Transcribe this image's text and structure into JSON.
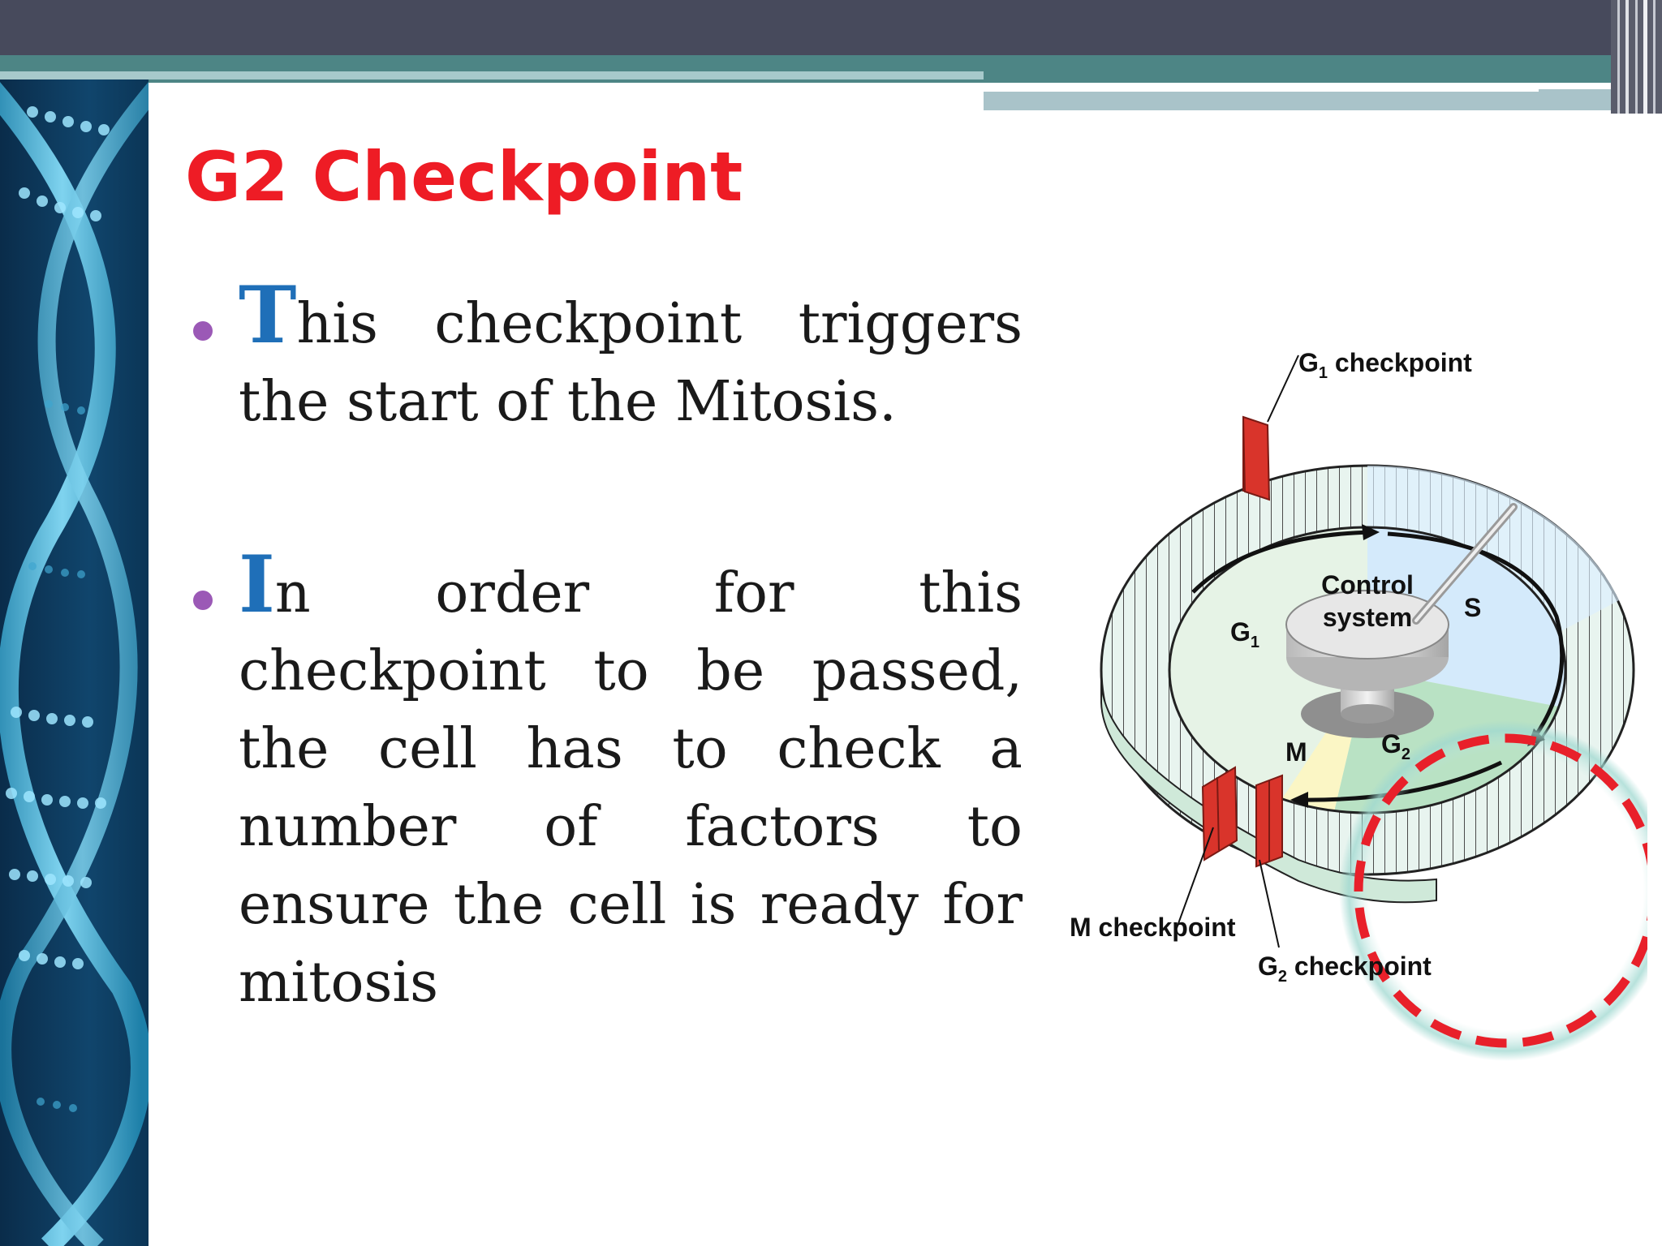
{
  "slide": {
    "title": "G2 Checkpoint",
    "bullets": [
      {
        "initial": "T",
        "lines": [
          [
            "his",
            "checkpoint",
            "triggers"
          ],
          [
            "the start of the Mitosis."
          ]
        ]
      },
      {
        "initial": "I",
        "lines": [
          [
            "n",
            "order",
            "for",
            "this"
          ],
          [
            "checkpoint",
            "to",
            "be",
            "passed,"
          ],
          [
            "the",
            "cell",
            "has",
            "to",
            "check",
            "a"
          ],
          [
            "number",
            "of",
            "factors",
            "to"
          ],
          [
            "ensure",
            "the",
            "cell",
            "is",
            "ready",
            "for"
          ],
          [
            "mitosis"
          ]
        ]
      }
    ]
  },
  "diagram": {
    "g1_checkpoint": {
      "main": "G",
      "sub": "1",
      "rest": " checkpoint"
    },
    "m_checkpoint": "M checkpoint",
    "g2_checkpoint": {
      "main": "G",
      "sub": "2",
      "rest": " checkpoint"
    },
    "control_system": [
      "Control",
      "system"
    ],
    "phase_g1": {
      "main": "G",
      "sub": "1"
    },
    "phase_s": "S",
    "phase_g2": {
      "main": "G",
      "sub": "2"
    },
    "phase_m": "M",
    "colors": {
      "title": "#ee1c25",
      "initial": "#1f6fb8",
      "bullet": "#9b59b6",
      "highlight_dashes": "#e8202a",
      "checkpoint_gate": "#d9342b"
    }
  }
}
